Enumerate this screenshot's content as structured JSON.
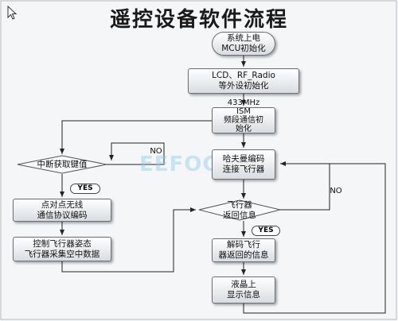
{
  "title": "遥控设备软件流程",
  "watermark": "EEFOCUS",
  "nodes": {
    "start": "系统上电\nMCU初始化",
    "peripheral_init": "LCD、RF_Radio\n等外设初始化",
    "ism_init": "433MHz\nISM\n频段通信初\n始化",
    "interrupt_key": "中断获取键值",
    "encode": "点对点无线\n通信协议编码",
    "control": "控制飞行器姿态\n飞行器采集空中数据",
    "handshake": "哈夫曼编码\n连接飞行器",
    "aircraft_return": "飞行器\n返回信息",
    "decode": "解码飞行\n器返回的信息",
    "display": "液晶上\n显示信息"
  },
  "labels": {
    "no_left": "NO",
    "yes_left": "YES",
    "no_right": "NO",
    "yes_right": "YES"
  },
  "colors": {
    "box_border": "#6a6e72",
    "arrow": "#222222",
    "watermark": "#8fd0e8"
  }
}
